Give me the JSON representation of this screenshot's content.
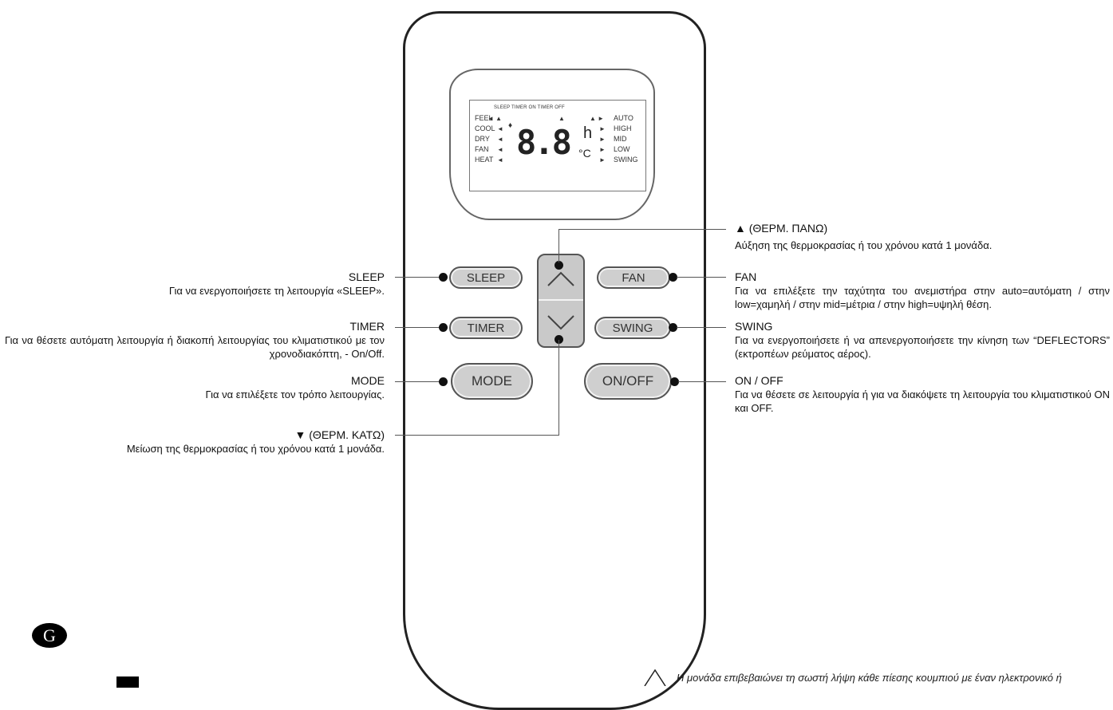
{
  "remote": {
    "display": {
      "top_labels": "SLEEP  TIMER ON  TIMER OFF",
      "left_modes": [
        "FEEL",
        "COOL",
        "DRY",
        "FAN",
        "HEAT"
      ],
      "right_modes": [
        "AUTO",
        "HIGH",
        "MID",
        "LOW",
        "SWING"
      ],
      "digits": "8.8",
      "unit_h": "h",
      "unit_c": "°C"
    },
    "buttons": {
      "sleep": "SLEEP",
      "timer": "TIMER",
      "mode": "MODE",
      "fan": "FAN",
      "swing": "SWING",
      "onoff": "ON/OFF"
    }
  },
  "labels": {
    "sleep": {
      "title": "SLEEP",
      "desc": "Για να ενεργοποιήσετε τη λειτουργία «SLEEP»."
    },
    "timer": {
      "title": "TIMER",
      "desc": "Για να θέσετε αυτόματη λειτουργία ή διακοπή λειτουργίας του κλιματιστικού με τον χρονοδιακόπτη, - On/Off."
    },
    "mode": {
      "title": "MODE",
      "desc": "Για να επιλέξετε τον τρόπο λειτουργίας."
    },
    "down": {
      "title": "▼  (ΘΕΡΜ. ΚΑΤΩ)",
      "desc": "Μείωση της θερμοκρασίας ή του χρόνου κατά 1 μονάδα."
    },
    "up": {
      "title": "▲  (ΘΕΡΜ. ΠΑΝΩ)",
      "desc": "Αύξηση της θερμοκρασίας ή του χρόνου κατά 1 μονάδα."
    },
    "fan": {
      "title": "FAN",
      "desc": "Για να επιλέξετε την ταχύτητα του ανεμιστήρα στην auto=αυτόματη / στην low=χαμηλή / στην mid=μέτρια / στην high=υψηλή θέση."
    },
    "swing": {
      "title": "SWING",
      "desc": "Για να ενεργοποιήσετε ή να απενεργοποιήσετε την κίνηση των “DEFLECTORS” (εκτροπέων ρεύματος αέρος)."
    },
    "onoff": {
      "title": "ON / OFF",
      "desc": "Για να θέσετε σε λειτουργία ή για να διακόψετε τη λειτουργία του κλιματιστικού ON και OFF."
    }
  },
  "badge_letter": "G",
  "footer_note": "Η μονάδα επιβεβαιώνει τη σωστή λήψη κάθε πίεσης κουμπιού με έναν ηλεκτρονικό ή"
}
